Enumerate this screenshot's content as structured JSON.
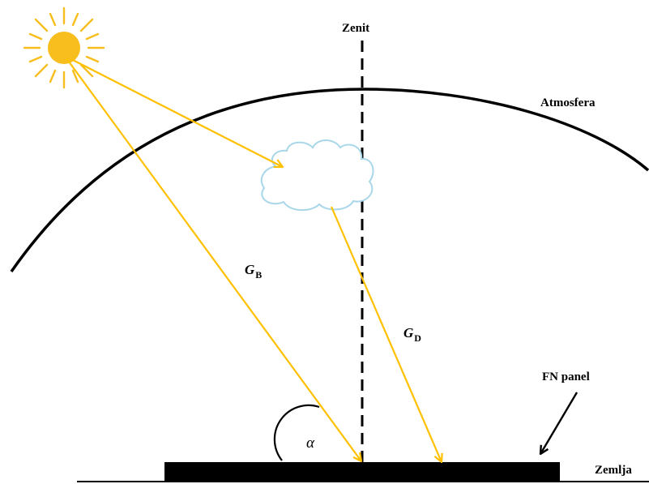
{
  "labels": {
    "zenith": "Zenit",
    "atmosphere": "Atmosfera",
    "panel": "FN panel",
    "ground": "Zemlja",
    "angle": "α"
  },
  "rays": {
    "beam": {
      "symbol": "G",
      "subscript": "B"
    },
    "diffuse": {
      "symbol": "G",
      "subscript": "D"
    }
  },
  "icons": {
    "sun": "sun-icon",
    "cloud": "cloud-icon"
  },
  "colors": {
    "sun": "#F7BE1E",
    "rays": "#FFC000",
    "cloud_outline": "#A9D7EA",
    "lines": "#000000",
    "panel": "#000000",
    "background": "#FFFFFF"
  }
}
